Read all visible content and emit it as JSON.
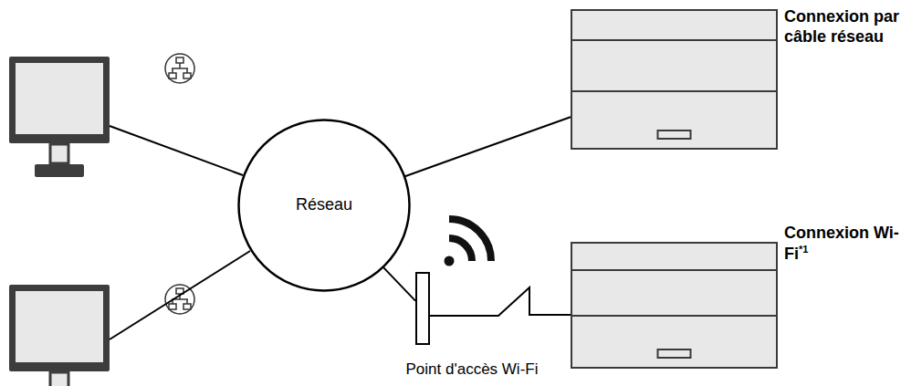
{
  "diagram": {
    "nodes": [
      {
        "text": [
          "Connexion par câble réseau"
        ]
      },
      {
        "text": [
          "Réseau"
        ]
      },
      {
        "text": [
          "Connexion Wi-Fi",
          "*1"
        ]
      },
      {
        "text": [
          "Point d'accès Wi-Fi"
        ]
      }
    ],
    "edges": [
      {
        "from": 1,
        "to": 0,
        "arrow": "none"
      },
      {
        "from": 1,
        "to": 3,
        "arrow": "none"
      },
      {
        "from": 3,
        "to": 2,
        "arrow": "none"
      }
    ]
  }
}
